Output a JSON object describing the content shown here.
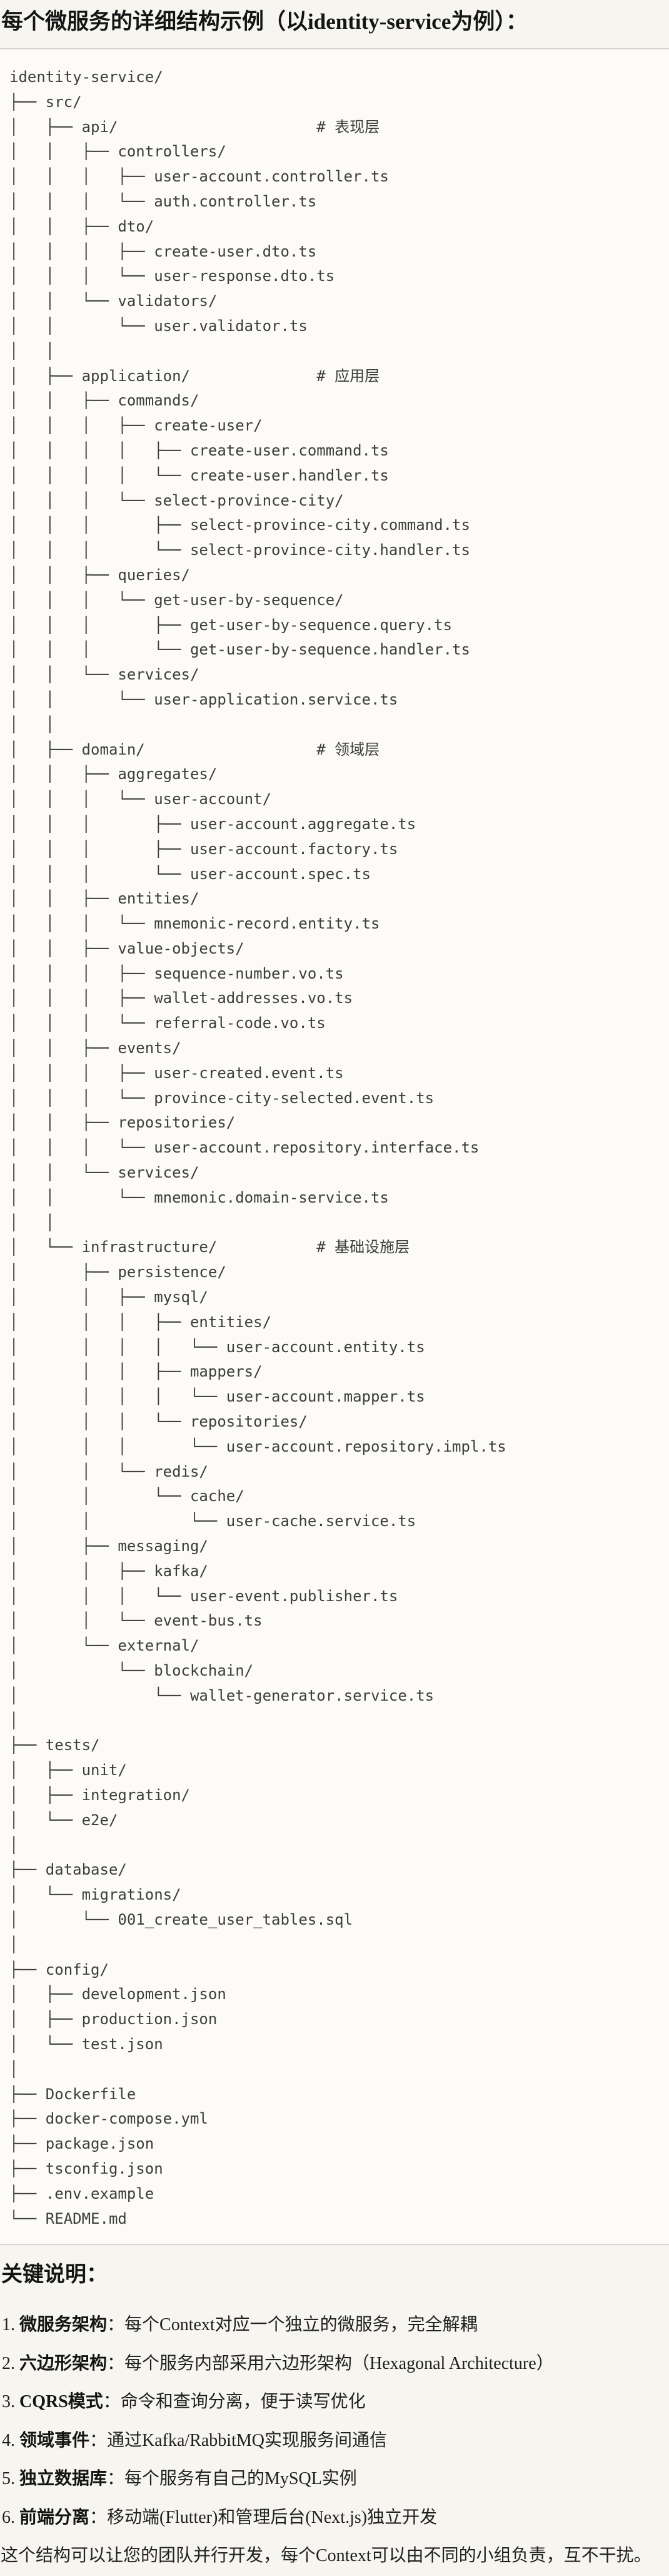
{
  "title": "每个微服务的详细结构示例（以identity-service为例）：",
  "tree": {
    "lines": [
      "identity-service/",
      "├── src/",
      "│   ├── api/                      # 表现层",
      "│   │   ├── controllers/",
      "│   │   │   ├── user-account.controller.ts",
      "│   │   │   └── auth.controller.ts",
      "│   │   ├── dto/",
      "│   │   │   ├── create-user.dto.ts",
      "│   │   │   └── user-response.dto.ts",
      "│   │   └── validators/",
      "│   │       └── user.validator.ts",
      "│   │",
      "│   ├── application/              # 应用层",
      "│   │   ├── commands/",
      "│   │   │   ├── create-user/",
      "│   │   │   │   ├── create-user.command.ts",
      "│   │   │   │   └── create-user.handler.ts",
      "│   │   │   └── select-province-city/",
      "│   │   │       ├── select-province-city.command.ts",
      "│   │   │       └── select-province-city.handler.ts",
      "│   │   ├── queries/",
      "│   │   │   └── get-user-by-sequence/",
      "│   │   │       ├── get-user-by-sequence.query.ts",
      "│   │   │       └── get-user-by-sequence.handler.ts",
      "│   │   └── services/",
      "│   │       └── user-application.service.ts",
      "│   │",
      "│   ├── domain/                   # 领域层",
      "│   │   ├── aggregates/",
      "│   │   │   └── user-account/",
      "│   │   │       ├── user-account.aggregate.ts",
      "│   │   │       ├── user-account.factory.ts",
      "│   │   │       └── user-account.spec.ts",
      "│   │   ├── entities/",
      "│   │   │   └── mnemonic-record.entity.ts",
      "│   │   ├── value-objects/",
      "│   │   │   ├── sequence-number.vo.ts",
      "│   │   │   ├── wallet-addresses.vo.ts",
      "│   │   │   └── referral-code.vo.ts",
      "│   │   ├── events/",
      "│   │   │   ├── user-created.event.ts",
      "│   │   │   └── province-city-selected.event.ts",
      "│   │   ├── repositories/",
      "│   │   │   └── user-account.repository.interface.ts",
      "│   │   └── services/",
      "│   │       └── mnemonic.domain-service.ts",
      "│   │",
      "│   └── infrastructure/           # 基础设施层",
      "│       ├── persistence/",
      "│       │   ├── mysql/",
      "│       │   │   ├── entities/",
      "│       │   │   │   └── user-account.entity.ts",
      "│       │   │   ├── mappers/",
      "│       │   │   │   └── user-account.mapper.ts",
      "│       │   │   └── repositories/",
      "│       │   │       └── user-account.repository.impl.ts",
      "│       │   └── redis/",
      "│       │       └── cache/",
      "│       │           └── user-cache.service.ts",
      "│       ├── messaging/",
      "│       │   ├── kafka/",
      "│       │   │   └── user-event.publisher.ts",
      "│       │   └── event-bus.ts",
      "│       └── external/",
      "│           └── blockchain/",
      "│               └── wallet-generator.service.ts",
      "│",
      "├── tests/",
      "│   ├── unit/",
      "│   ├── integration/",
      "│   └── e2e/",
      "│",
      "├── database/",
      "│   └── migrations/",
      "│       └── 001_create_user_tables.sql",
      "│",
      "├── config/",
      "│   ├── development.json",
      "│   ├── production.json",
      "│   └── test.json",
      "│",
      "├── Dockerfile",
      "├── docker-compose.yml",
      "├── package.json",
      "├── tsconfig.json",
      "├── .env.example",
      "└── README.md"
    ]
  },
  "notes": {
    "heading": "关键说明：",
    "items": [
      {
        "num": "1.",
        "term": "微服务架构",
        "text": "：每个Context对应一个独立的微服务，完全解耦"
      },
      {
        "num": "2.",
        "term": "六边形架构",
        "text": "：每个服务内部采用六边形架构（Hexagonal Architecture）"
      },
      {
        "num": "3.",
        "term": "CQRS模式",
        "text": "：命令和查询分离，便于读写优化"
      },
      {
        "num": "4.",
        "term": "领域事件",
        "text": "：通过Kafka/RabbitMQ实现服务间通信"
      },
      {
        "num": "5.",
        "term": "独立数据库",
        "text": "：每个服务有自己的MySQL实例"
      },
      {
        "num": "6.",
        "term": "前端分离",
        "text": "：移动端(Flutter)和管理后台(Next.js)独立开发"
      }
    ],
    "footer": "这个结构可以让您的团队并行开发，每个Context可以由不同的小组负责，互不干扰。"
  },
  "colors": {
    "page_background": "#f7f5f0",
    "code_background": "#fcfbf8",
    "code_border": "#d8d6d1",
    "code_text": "#3d3d3d",
    "heading_text": "#141414",
    "body_text": "#202020"
  }
}
